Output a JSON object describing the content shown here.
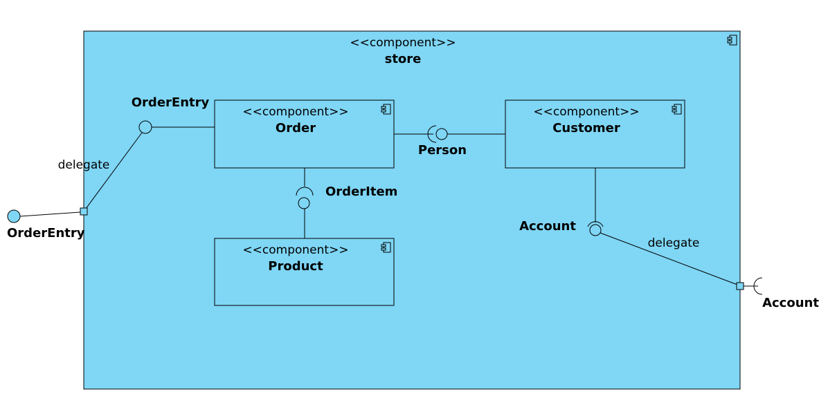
{
  "diagram": {
    "container": {
      "stereotype": "<<component>>",
      "name": "store",
      "fill": "#7fd6f5"
    },
    "components": {
      "order": {
        "stereotype": "<<component>>",
        "name": "Order"
      },
      "customer": {
        "stereotype": "<<component>>",
        "name": "Customer"
      },
      "product": {
        "stereotype": "<<component>>",
        "name": "Product"
      }
    },
    "interfaces": {
      "order_entry_inner": "OrderEntry",
      "order_entry_outer": "OrderEntry",
      "order_item": "OrderItem",
      "person": "Person",
      "account_inner": "Account",
      "account_outer": "Account"
    },
    "connectors": {
      "delegate_left": "delegate",
      "delegate_right": "delegate"
    },
    "icons": {
      "component": "component-icon",
      "port": "port-icon",
      "lollipop": "provided-interface-icon",
      "socket": "required-interface-icon"
    }
  }
}
